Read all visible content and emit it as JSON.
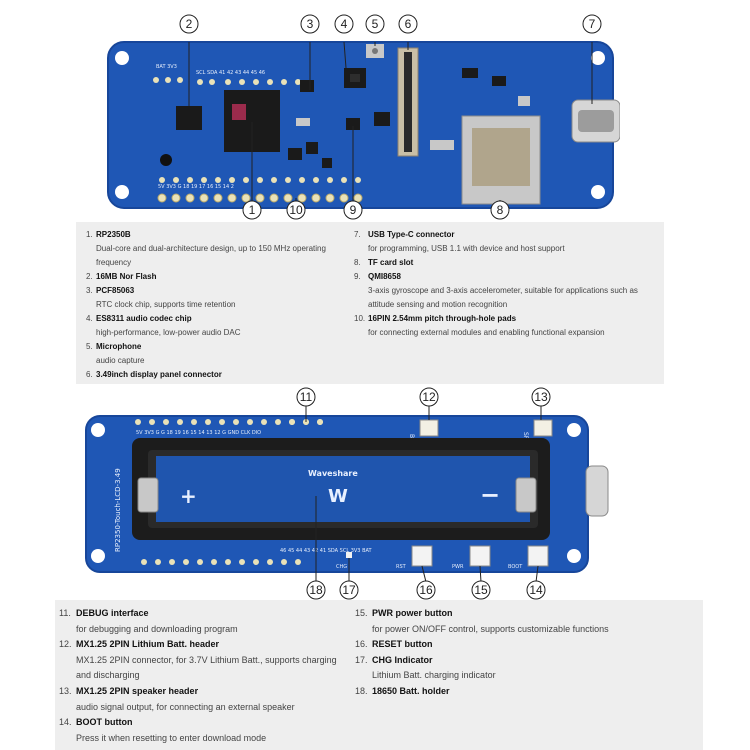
{
  "callouts_top": [
    "1",
    "2",
    "3",
    "4",
    "5",
    "6",
    "7",
    "8",
    "9",
    "10"
  ],
  "callouts_bottom": [
    "11",
    "12",
    "13",
    "14",
    "15",
    "16",
    "17",
    "18"
  ],
  "silkscreen_top": {
    "bat_row": "BAT  3V3",
    "scl_row": "SCL SDA  41  42  43  44  45  46",
    "bottom_row": "5V  3V3  G  18  19  17  16  15  14  2"
  },
  "silkscreen_bottom": {
    "board_name": "RP2350-Touch-LCD-3.49",
    "brand": "Waveshare",
    "pin_row": "5V 3V3 G  G  18  19  16  15  14  13  12  G  GND  CLK  DIO",
    "bottom_row": "46 45 44 43 42 41 SDA SCL 3V3 BAT",
    "plus": "+",
    "minus": "−",
    "bat": "BAT",
    "spk": "SPK",
    "rst": "RST",
    "pwr": "PWR",
    "boot": "BOOT",
    "chg": "CHG"
  },
  "descriptions_top": {
    "left": [
      {
        "num": "1.",
        "title": "RP2350B",
        "text": "Dual-core and dual-architecture design, up to 150 MHz operating frequency"
      },
      {
        "num": "2.",
        "title": "16MB Nor Flash",
        "text": ""
      },
      {
        "num": "3.",
        "title": "PCF85063",
        "text": "RTC clock chip, supports time retention"
      },
      {
        "num": "4.",
        "title": "ES8311 audio codec chip",
        "text": "high-performance, low-power audio DAC"
      },
      {
        "num": "5.",
        "title": "Microphone",
        "text": "audio capture"
      },
      {
        "num": "6.",
        "title": "3.49inch display panel connector",
        "text": ""
      }
    ],
    "right": [
      {
        "num": "7.",
        "title": "USB Type-C connector",
        "text": "for programming, USB 1.1 with device and host support"
      },
      {
        "num": "8.",
        "title": "TF card slot",
        "text": ""
      },
      {
        "num": "9.",
        "title": "QMI8658",
        "text": "3-axis gyroscope and 3-axis accelerometer, suitable for applications such as attitude sensing and motion recognition"
      },
      {
        "num": "10.",
        "title": "16PIN 2.54mm pitch through-hole pads",
        "text": "for connecting external modules and enabling functional expansion"
      }
    ]
  },
  "descriptions_bottom": {
    "left": [
      {
        "num": "11.",
        "title": "DEBUG interface",
        "text": "for debugging and downloading program"
      },
      {
        "num": "12.",
        "title": "MX1.25 2PIN Lithium Batt. header",
        "text": "MX1.25 2PIN connector, for 3.7V Lithium Batt., supports charging and discharging"
      },
      {
        "num": "13.",
        "title": "MX1.25 2PIN speaker header",
        "text": "audio signal output, for connecting an external speaker"
      },
      {
        "num": "14.",
        "title": "BOOT button",
        "text": "Press it when resetting to enter download mode"
      }
    ],
    "right": [
      {
        "num": "15.",
        "title": "PWR power button",
        "text": "for power ON/OFF control, supports customizable functions"
      },
      {
        "num": "16.",
        "title": "RESET button",
        "text": ""
      },
      {
        "num": "17.",
        "title": "CHG Indicator",
        "text": "Lithium Batt. charging indicator"
      },
      {
        "num": "18.",
        "title": "18650 Batt. holder",
        "text": ""
      }
    ]
  },
  "colors": {
    "pcb_blue": "#1f57b5",
    "pcb_edge": "#17469a",
    "chip_black": "#1a1a1a",
    "metal": "#c8c8c8",
    "panel_bg": "#eeeeee"
  }
}
